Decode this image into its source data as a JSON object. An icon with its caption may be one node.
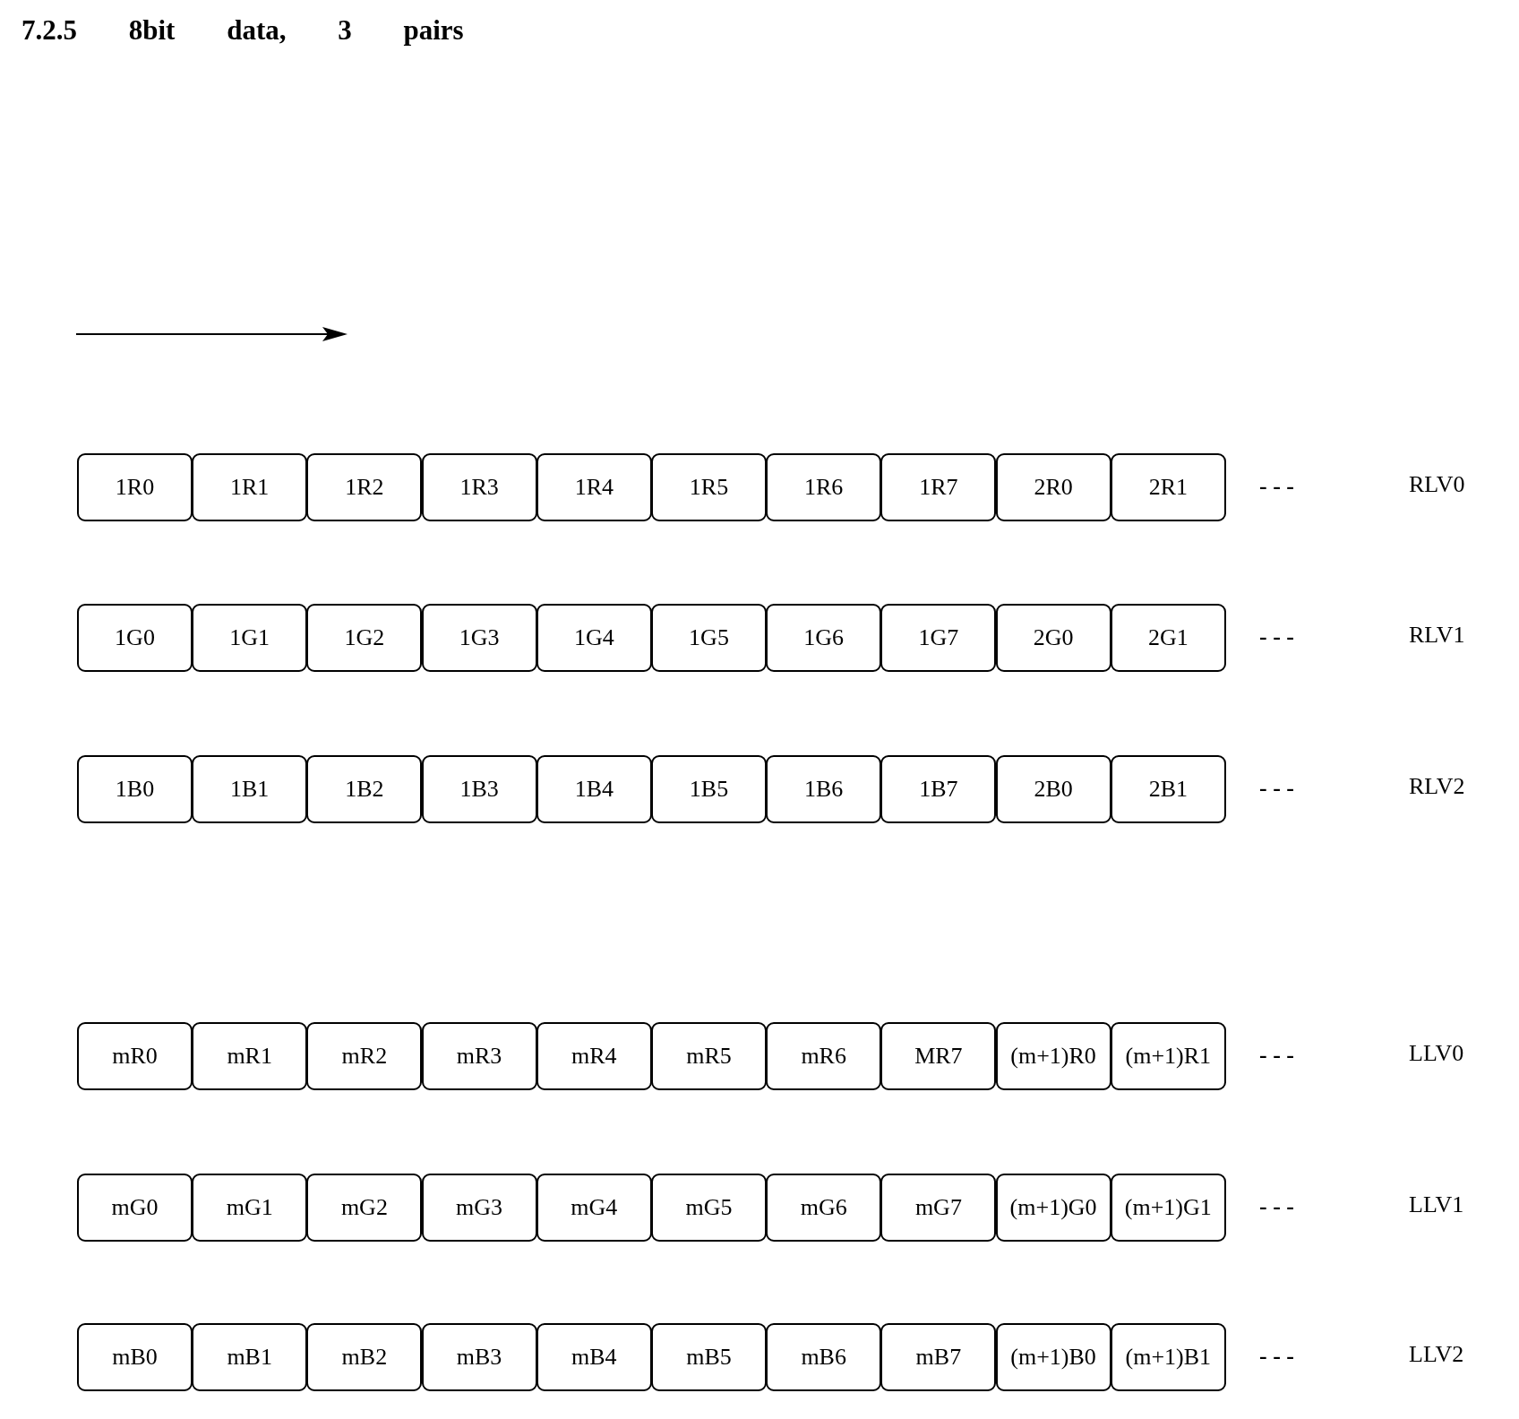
{
  "diagram": {
    "title": "7.2.5 8bit data, 3 pairs",
    "nodes": [
      {
        "text": [
          "1R0"
        ]
      },
      {
        "text": [
          "1R1"
        ]
      },
      {
        "text": [
          "1R2"
        ]
      },
      {
        "text": [
          "1R3"
        ]
      },
      {
        "text": [
          "1R4"
        ]
      },
      {
        "text": [
          "1R5"
        ]
      },
      {
        "text": [
          "1R6"
        ]
      },
      {
        "text": [
          "1R7"
        ]
      },
      {
        "text": [
          "2R0"
        ]
      },
      {
        "text": [
          "2R1"
        ]
      },
      {
        "text": [
          "1G0"
        ]
      },
      {
        "text": [
          "1G1"
        ]
      },
      {
        "text": [
          "1G2"
        ]
      },
      {
        "text": [
          "1G3"
        ]
      },
      {
        "text": [
          "1G4"
        ]
      },
      {
        "text": [
          "1G5"
        ]
      },
      {
        "text": [
          "1G6"
        ]
      },
      {
        "text": [
          "1G7"
        ]
      },
      {
        "text": [
          "2G0"
        ]
      },
      {
        "text": [
          "2G1"
        ]
      },
      {
        "text": [
          "1B0"
        ]
      },
      {
        "text": [
          "1B1"
        ]
      },
      {
        "text": [
          "1B2"
        ]
      },
      {
        "text": [
          "1B3"
        ]
      },
      {
        "text": [
          "1B4"
        ]
      },
      {
        "text": [
          "1B5"
        ]
      },
      {
        "text": [
          "1B6"
        ]
      },
      {
        "text": [
          "1B7"
        ]
      },
      {
        "text": [
          "2B0"
        ]
      },
      {
        "text": [
          "2B1"
        ]
      },
      {
        "text": [
          "mR0"
        ]
      },
      {
        "text": [
          "mR1"
        ]
      },
      {
        "text": [
          "mR2"
        ]
      },
      {
        "text": [
          "mR3"
        ]
      },
      {
        "text": [
          "mR4"
        ]
      },
      {
        "text": [
          "mR5"
        ]
      },
      {
        "text": [
          "mR6"
        ]
      },
      {
        "text": [
          "MR7"
        ]
      },
      {
        "text": [
          "(m+1)R0"
        ]
      },
      {
        "text": [
          "(m+1)R1"
        ]
      },
      {
        "text": [
          "mG0"
        ]
      },
      {
        "text": [
          "mG1"
        ]
      },
      {
        "text": [
          "mG2"
        ]
      },
      {
        "text": [
          "mG3"
        ]
      },
      {
        "text": [
          "mG4"
        ]
      },
      {
        "text": [
          "mG5"
        ]
      },
      {
        "text": [
          "mG6"
        ]
      },
      {
        "text": [
          "mG7"
        ]
      },
      {
        "text": [
          "(m+1)G0"
        ]
      },
      {
        "text": [
          "(m+1)G1"
        ]
      },
      {
        "text": [
          "mB0"
        ]
      },
      {
        "text": [
          "mB1"
        ]
      },
      {
        "text": [
          "mB2"
        ]
      },
      {
        "text": [
          "mB3"
        ]
      },
      {
        "text": [
          "mB4"
        ]
      },
      {
        "text": [
          "mB5"
        ]
      },
      {
        "text": [
          "mB6"
        ]
      },
      {
        "text": [
          "mB7"
        ]
      },
      {
        "text": [
          "(m+1)B0"
        ]
      },
      {
        "text": [
          "(m+1)B1"
        ]
      }
    ],
    "labels": [
      "- - -",
      "RLV0",
      "- - -",
      "RLV1",
      "- - -",
      "RLV2",
      "- - -",
      "LLV0",
      "- - -",
      "LLV1",
      "- - -",
      "LLV2"
    ]
  }
}
